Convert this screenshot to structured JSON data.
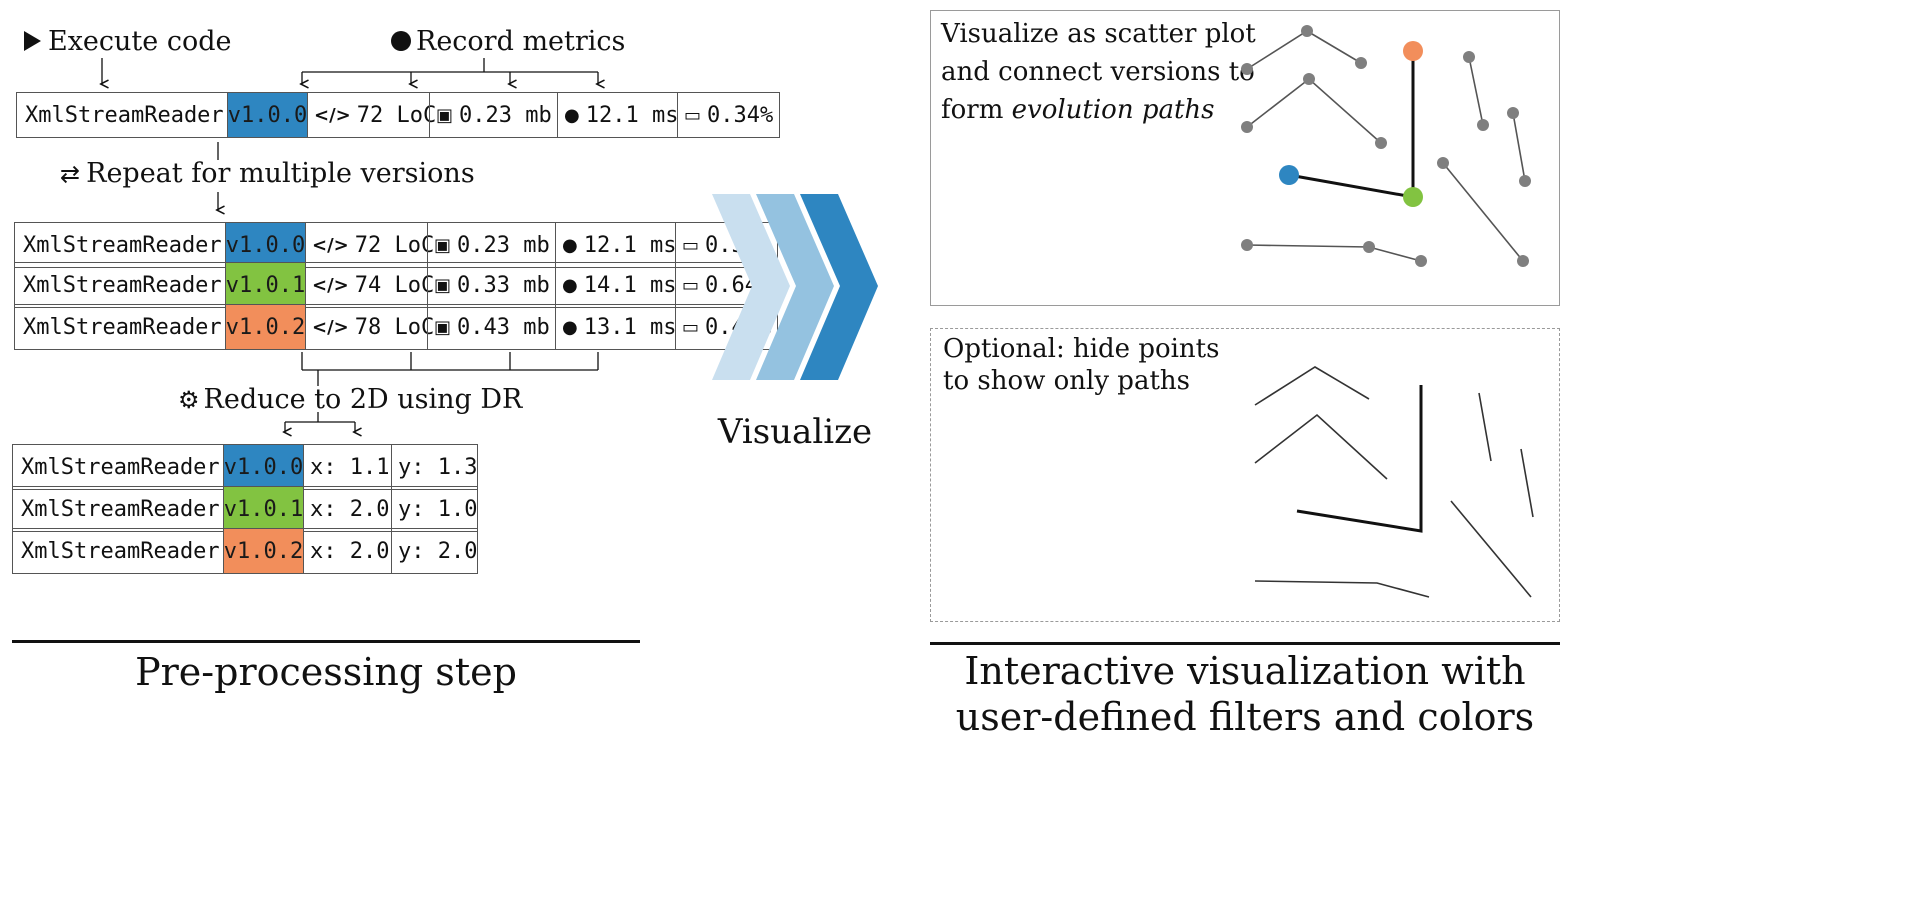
{
  "colors": {
    "v100": "#2e86c1",
    "v101": "#82c341",
    "v102": "#f28e5b",
    "chev_light": "#c9dfef",
    "chev_mid": "#94c2e0",
    "chev_dark": "#2e86c1",
    "point_grey": "#7f7f7f"
  },
  "icons": {
    "execute": "play-icon",
    "record": "circle-icon",
    "repeat": "repeat-icon",
    "reduce": "gear-icon",
    "loc": "code-icon",
    "memory": "chip-icon",
    "time": "clock-icon",
    "cpu": "monitor-icon"
  },
  "preprocessing": {
    "execute_label": "Execute code",
    "record_label": "Record metrics",
    "repeat_label": "Repeat for multiple versions",
    "reduce_label": "Reduce to 2D using DR",
    "caption": "Pre-processing step",
    "single_row": {
      "name": "XmlStreamReader",
      "version": "v1.0.0",
      "loc": "72 LoC",
      "memory": "0.23 mb",
      "time": "12.1 ms",
      "cpu": "0.34%"
    },
    "metric_rows": [
      {
        "name": "XmlStreamReader",
        "version": "v1.0.0",
        "loc": "72 LoC",
        "memory": "0.23 mb",
        "time": "12.1 ms",
        "cpu": "0.34%"
      },
      {
        "name": "XmlStreamReader",
        "version": "v1.0.1",
        "loc": "74 LoC",
        "memory": "0.33 mb",
        "time": "14.1 ms",
        "cpu": "0.64%"
      },
      {
        "name": "XmlStreamReader",
        "version": "v1.0.2",
        "loc": "78 LoC",
        "memory": "0.43 mb",
        "time": "13.1 ms",
        "cpu": "0.44%"
      }
    ],
    "dr_rows": [
      {
        "name": "XmlStreamReader",
        "version": "v1.0.0",
        "x": "x: 1.1",
        "y": "y: 1.3"
      },
      {
        "name": "XmlStreamReader",
        "version": "v1.0.1",
        "x": "x: 2.0",
        "y": "y: 1.0"
      },
      {
        "name": "XmlStreamReader",
        "version": "v1.0.2",
        "x": "x: 2.0",
        "y": "y: 2.0"
      }
    ]
  },
  "middle": {
    "label": "Visualize"
  },
  "visualization": {
    "scatter_text_line1": "Visualize as scatter plot",
    "scatter_text_line2": "and connect versions to",
    "scatter_text_line3_prefix": "form ",
    "scatter_text_line3_em": "evolution paths",
    "paths_text_line1": "Optional: hide points",
    "paths_text_line2": "to show only paths",
    "caption_line1": "Interactive visualization with",
    "caption_line2": "user-defined filters and colors"
  }
}
